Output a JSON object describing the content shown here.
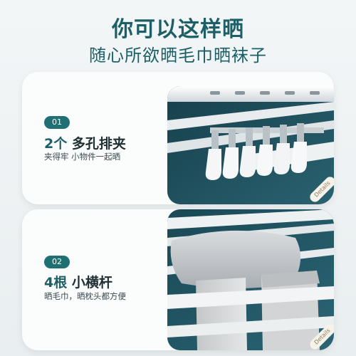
{
  "header": {
    "title": "你可以这样晒",
    "subtitle": "随心所欲晒毛巾晒袜子"
  },
  "cards": [
    {
      "badge": "01",
      "heading_num": "2个",
      "heading_text": " 多孔排夹",
      "desc": "夹得牢  小物件一起晒",
      "tag": "Details"
    },
    {
      "badge": "02",
      "heading_num": "4根",
      "heading_text": " 小横杆",
      "desc": "晒毛巾，晒枕头都方便",
      "tag": "Details"
    }
  ],
  "colors": {
    "accent": "#1d5f66",
    "badge": "#1f6f73",
    "photo_bg": "#1f4d5a"
  }
}
